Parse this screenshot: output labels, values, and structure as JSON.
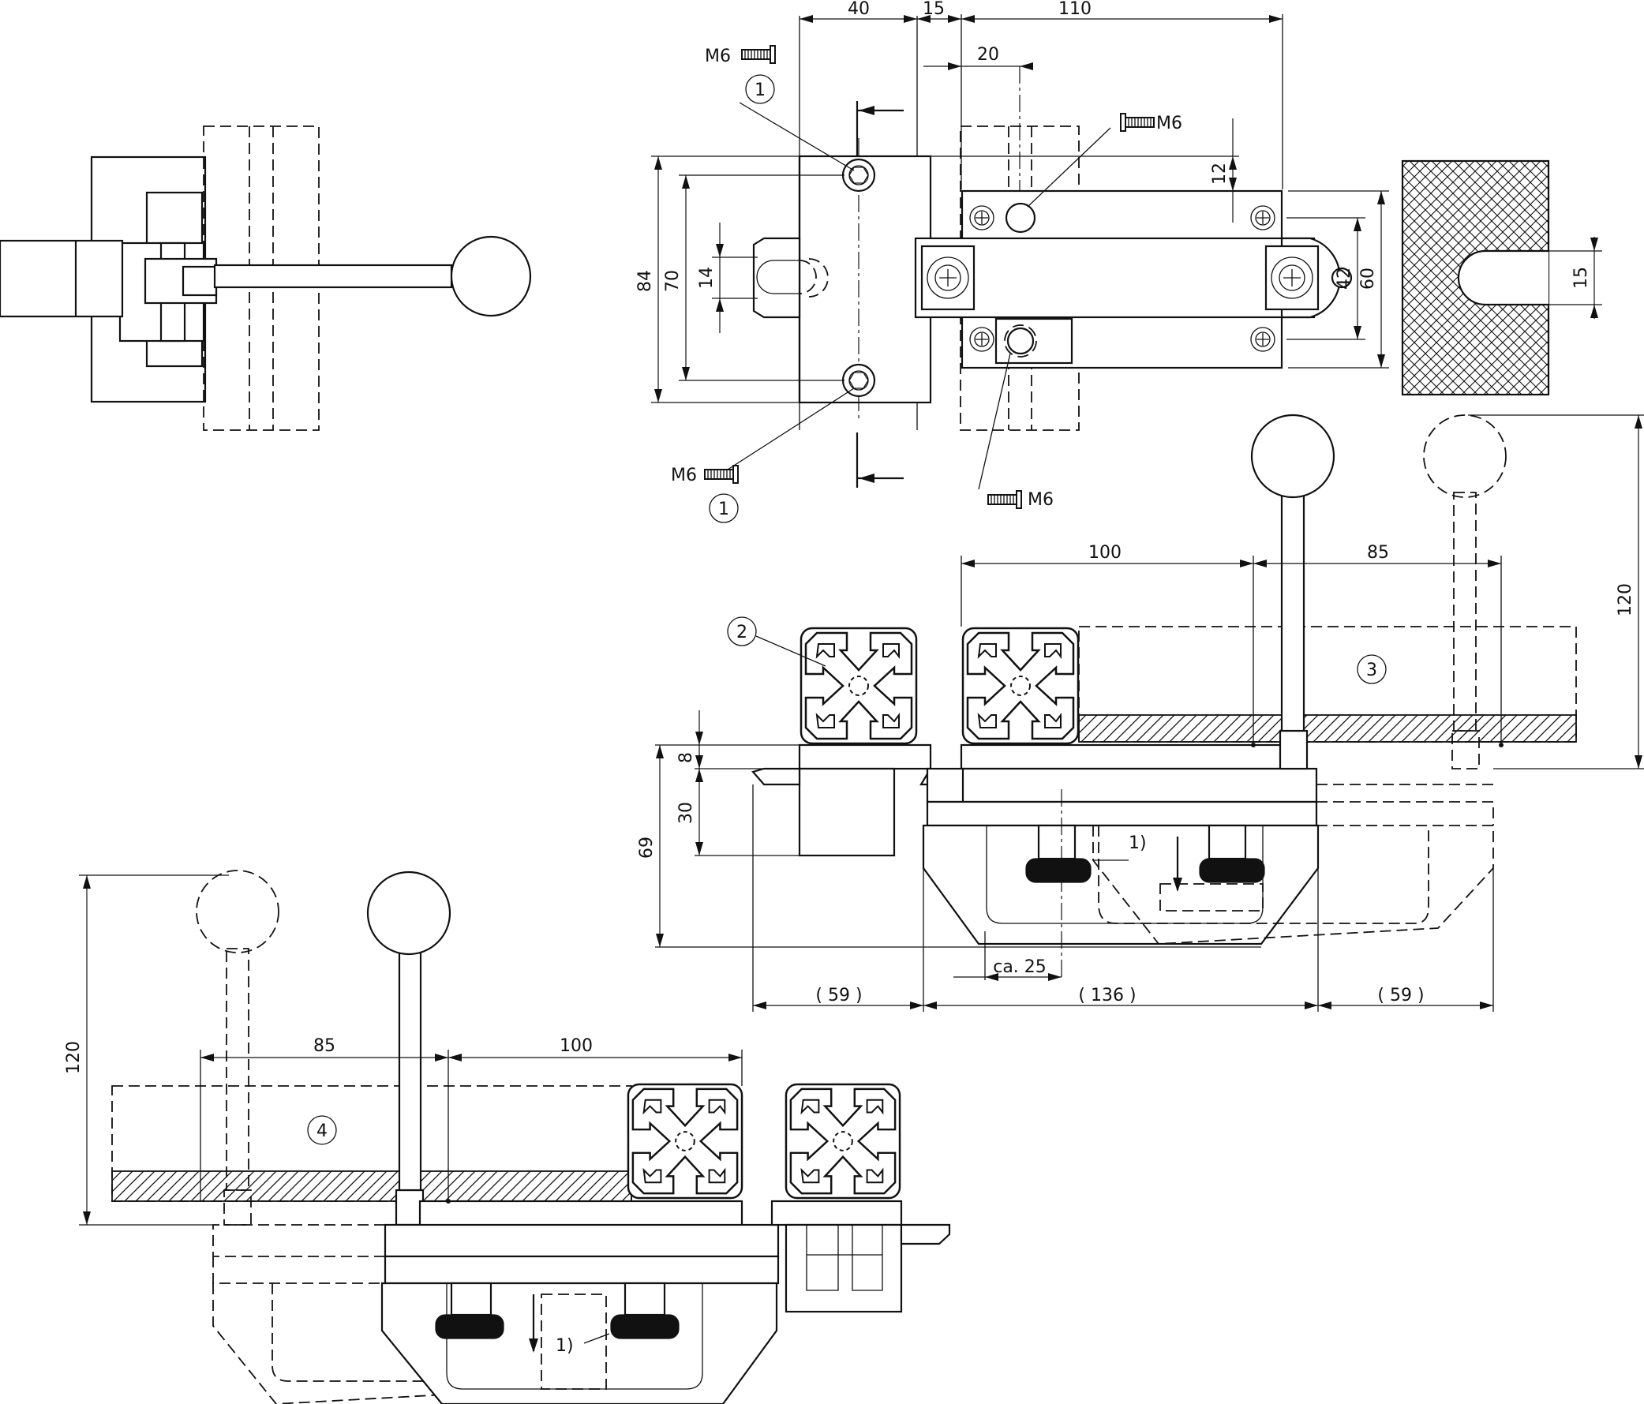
{
  "callouts": {
    "screw": "M6",
    "part_1": "1",
    "part_2": "2",
    "part_3": "3",
    "part_4": "4",
    "note_1": "1)"
  },
  "dimensions": {
    "top_40": "40",
    "top_15": "15",
    "top_110": "110",
    "top_20": "20",
    "right_12": "12",
    "left_84": "84",
    "left_70": "70",
    "left_14": "14",
    "right_42": "42",
    "right_60": "60",
    "block_15": "15",
    "side_100": "100",
    "side_85": "85",
    "side_120": "120",
    "side_8": "8",
    "side_30": "30",
    "side_69": "69",
    "ca_25": "ca. 25",
    "bot_59_left": "( 59 )",
    "bot_136": "( 136 )",
    "bot_59_right": "( 59 )",
    "lower_85": "85",
    "lower_100": "100",
    "lower_120": "120"
  },
  "colors": {
    "line": "#111111",
    "background": "#ffffff"
  }
}
